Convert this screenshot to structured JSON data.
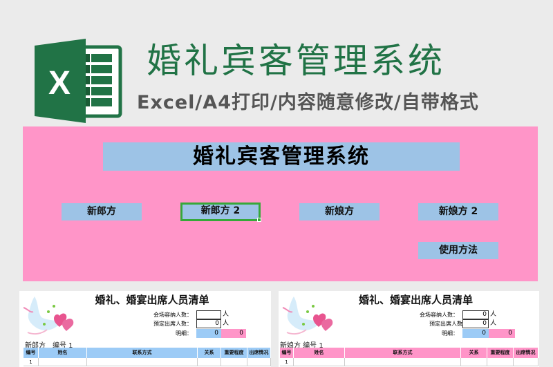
{
  "banner": {
    "title": "婚礼宾客管理系统",
    "subtitle": "Excel/A4打印/内容随意修改/自带格式",
    "logo_icon": "excel-logo-icon",
    "title_color": "#217346"
  },
  "menu": {
    "title": "婚礼宾客管理系统",
    "background": "#ff95c8",
    "button_color": "#9dc3e6",
    "buttons": [
      {
        "label": "新郎方"
      },
      {
        "label": "新郎方 2",
        "selected": true
      },
      {
        "label": "新娘方"
      },
      {
        "label": "新娘方 2"
      },
      {
        "label": "使用方法"
      }
    ]
  },
  "sheets": [
    {
      "title": "婚礼、婚宴出席人员清单",
      "venue_capacity_label": "会场容纳人数：",
      "venue_capacity_value": "",
      "expected_label": "预定出席人数：",
      "expected_value": "0",
      "unit": "人",
      "detail_label": "明细：",
      "detail_blue": "0",
      "detail_pink": "0",
      "group_label": "新郎方　编号 1",
      "header_color": "#9ccbf6",
      "columns": [
        "编号",
        "姓名",
        "联系方式",
        "关系",
        "重要程度",
        "出席情况"
      ],
      "rows": [
        [
          "1",
          "",
          "",
          "",
          "",
          ""
        ]
      ]
    },
    {
      "title": "婚礼、婚宴出席人员清单",
      "venue_capacity_label": "会场容纳人数：",
      "venue_capacity_value": "0",
      "expected_label": "预定出席人数",
      "expected_value": "0",
      "unit": "人",
      "detail_label": "明细：",
      "detail_blue": "0",
      "detail_pink": "0",
      "group_label": "新娘方 编号 1",
      "header_color": "#ff95c8",
      "columns": [
        "编号",
        "姓名",
        "联系方式",
        "关系",
        "重要程度",
        "出席情况"
      ],
      "rows": [
        [
          "1",
          "",
          "",
          "",
          "",
          ""
        ]
      ]
    }
  ]
}
